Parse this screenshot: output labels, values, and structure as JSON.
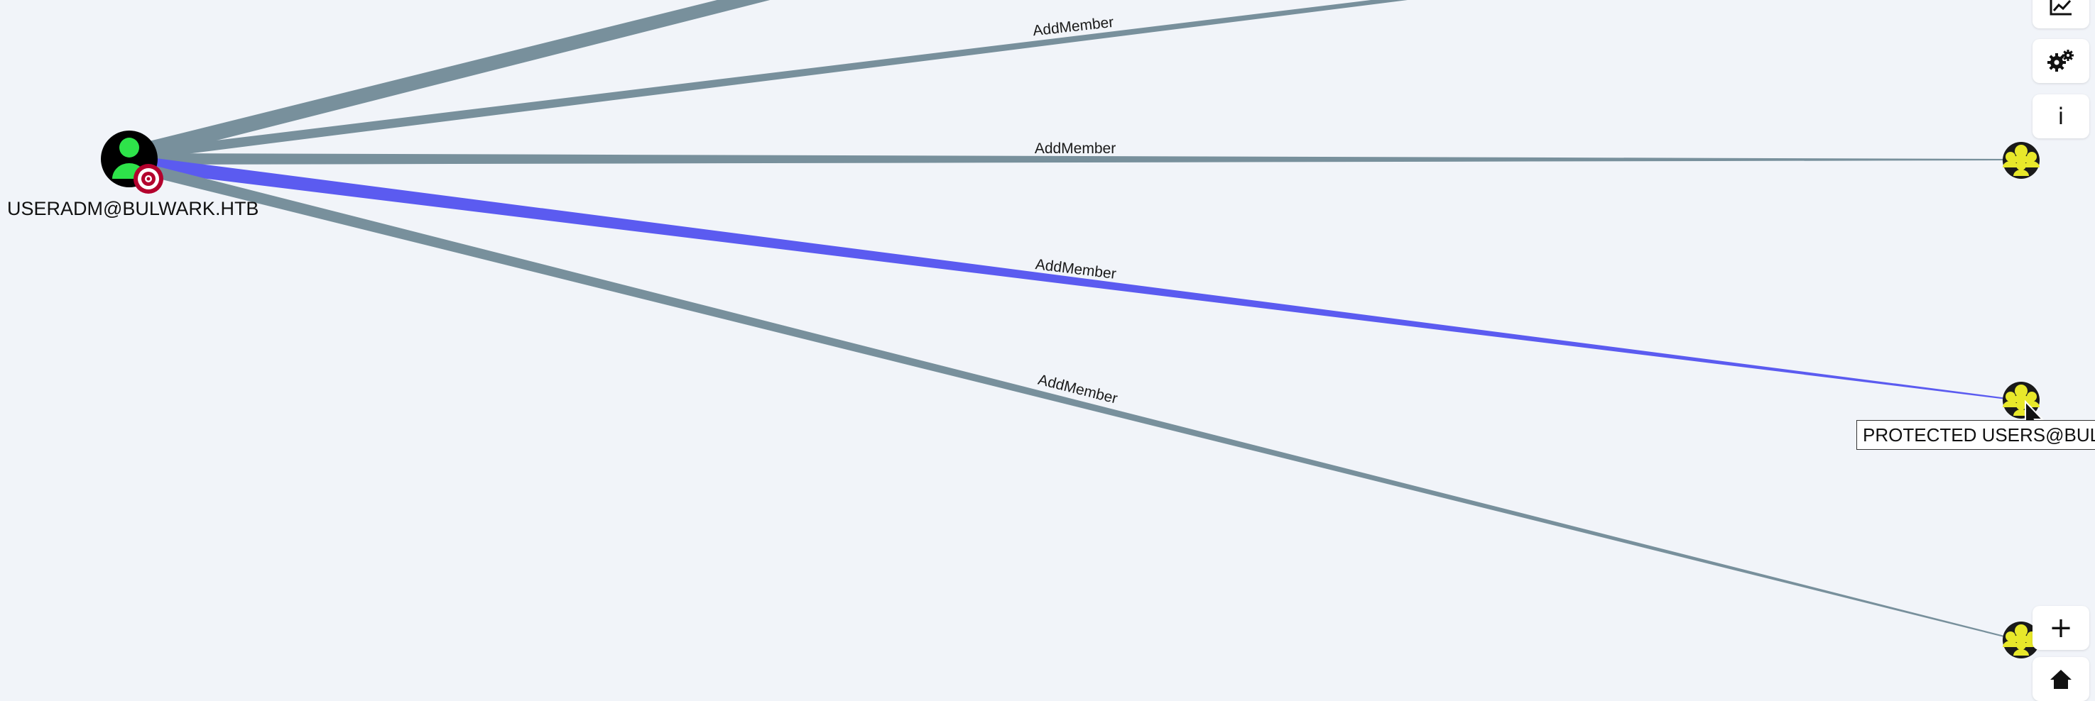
{
  "source_node": {
    "label": "USERADM@BULWARK.HTB",
    "icon": "user-target-icon"
  },
  "edges": [
    {
      "label": ""
    },
    {
      "label": "AddMember"
    },
    {
      "label": "AddMember"
    },
    {
      "label": "AddMember"
    },
    {
      "label": "AddMember"
    }
  ],
  "tooltip": {
    "text": "PROTECTED USERS@BULW"
  },
  "controls": {
    "chart_icon": "line-chart-icon",
    "settings_icon": "gears-icon",
    "info_icon": "info-icon",
    "info_glyph": "i",
    "zoom_in_glyph": "+",
    "zoom_in_icon": "plus-icon",
    "home_icon": "home-icon"
  },
  "colors": {
    "background": "#f1f4f9",
    "edge_default": "#78909c",
    "edge_highlight": "#5b5bf0",
    "user_node_fill": "#000000",
    "user_icon": "#2ee34a",
    "group_node_fill": "#1a1a1a",
    "group_icon": "#e8e82a",
    "target_badge": "#b3002d"
  }
}
